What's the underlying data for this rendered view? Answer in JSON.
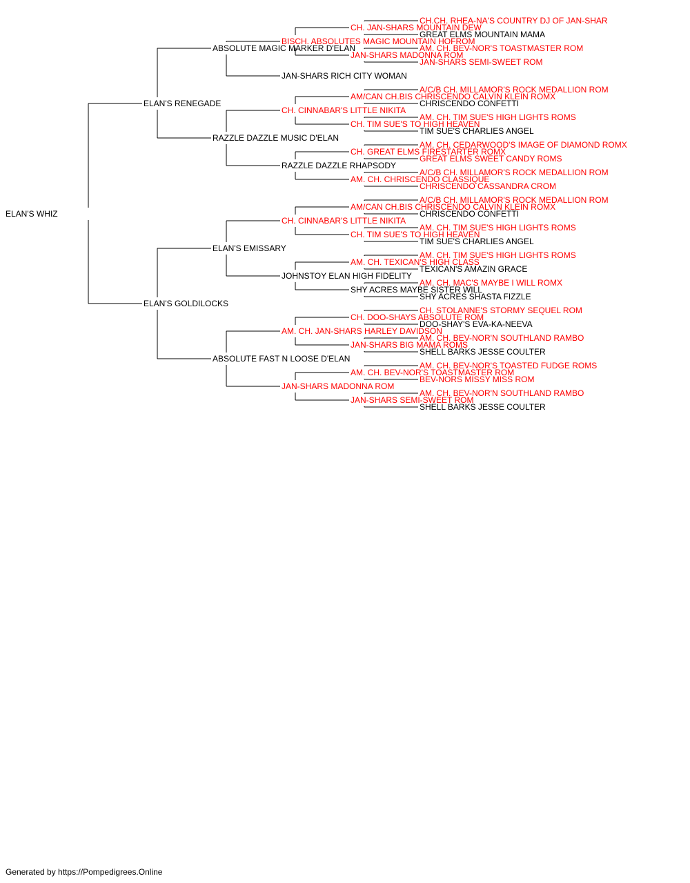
{
  "colors": {
    "champion": "#ff0000",
    "normal": "#000000",
    "line": "#000000"
  },
  "pedigree": {
    "name": "ELAN'S WHIZ",
    "champion": false,
    "sire": {
      "name": "ELAN'S RENEGADE",
      "champion": false,
      "sire": {
        "name": "ABSOLUTE MAGIC MARKER D'ELAN",
        "champion": false,
        "sire": {
          "name": "BISCH. ABSOLUTES MAGIC MOUNTAIN HOFROM",
          "champion": true,
          "sire": {
            "name": "CH. JAN-SHARS MOUNTAIN DEW",
            "champion": true,
            "sire": {
              "name": "CH.CH. RHEA-NA'S COUNTRY DJ OF JAN-SHAR",
              "champion": true
            },
            "dam": {
              "name": "GREAT ELMS MOUNTAIN MAMA",
              "champion": false
            }
          },
          "dam": {
            "name": "JAN-SHARS MADONNA ROM",
            "champion": true,
            "sire": {
              "name": "AM. CH. BEV-NOR'S TOASTMASTER ROM",
              "champion": true
            },
            "dam": {
              "name": "JAN-SHARS SEMI-SWEET ROM",
              "champion": true
            }
          }
        },
        "dam": {
          "name": "JAN-SHARS RICH CITY WOMAN",
          "champion": false
        }
      },
      "dam": {
        "name": "RAZZLE DAZZLE MUSIC D'ELAN",
        "champion": false,
        "sire": {
          "name": "CH. CINNABAR'S LITTLE NIKITA",
          "champion": true,
          "sire": {
            "name": "AM/CAN CH.BIS CHRISCENDO CALVIN KLEIN ROMX",
            "champion": true,
            "sire": {
              "name": "A/C/B CH. MILLAMOR'S ROCK MEDALLION ROM",
              "champion": true
            },
            "dam": {
              "name": "CHRISCENDO CONFETTI",
              "champion": false
            }
          },
          "dam": {
            "name": "CH. TIM SUE'S TO HIGH HEAVEN",
            "champion": true,
            "sire": {
              "name": "AM. CH. TIM SUE'S HIGH LIGHTS ROMS",
              "champion": true
            },
            "dam": {
              "name": "TIM SUE'S CHARLIES ANGEL",
              "champion": false
            }
          }
        },
        "dam": {
          "name": "RAZZLE DAZZLE RHAPSODY",
          "champion": false,
          "sire": {
            "name": "CH. GREAT ELMS FIRESTARTER ROMX",
            "champion": true,
            "sire": {
              "name": "AM. CH. CEDARWOOD'S IMAGE OF DIAMOND ROMX",
              "champion": true
            },
            "dam": {
              "name": "GREAT ELMS SWEET CANDY ROMS",
              "champion": true
            }
          },
          "dam": {
            "name": "AM. CH. CHRISCENDO CLASSIQUE",
            "champion": true,
            "sire": {
              "name": "A/C/B CH. MILLAMOR'S ROCK MEDALLION ROM",
              "champion": true
            },
            "dam": {
              "name": "CHRISCENDO CASSANDRA CROM",
              "champion": true
            }
          }
        }
      }
    },
    "dam": {
      "name": "ELAN'S GOLDILOCKS",
      "champion": false,
      "sire": {
        "name": "ELAN'S EMISSARY",
        "champion": false,
        "sire": {
          "name": "CH. CINNABAR'S LITTLE NIKITA",
          "champion": true,
          "sire": {
            "name": "AM/CAN CH.BIS CHRISCENDO CALVIN KLEIN ROMX",
            "champion": true,
            "sire": {
              "name": "A/C/B CH. MILLAMOR'S ROCK MEDALLION ROM",
              "champion": true
            },
            "dam": {
              "name": "CHRISCENDO CONFETTI",
              "champion": false
            }
          },
          "dam": {
            "name": "CH. TIM SUE'S TO HIGH HEAVEN",
            "champion": true,
            "sire": {
              "name": "AM. CH. TIM SUE'S HIGH LIGHTS ROMS",
              "champion": true
            },
            "dam": {
              "name": "TIM SUE'S CHARLIES ANGEL",
              "champion": false
            }
          }
        },
        "dam": {
          "name": "JOHNSTOY ELAN HIGH FIDELITY",
          "champion": false,
          "sire": {
            "name": "AM. CH. TEXICAN'S HIGH CLASS",
            "champion": true,
            "sire": {
              "name": "AM. CH. TIM SUE'S HIGH LIGHTS ROMS",
              "champion": true
            },
            "dam": {
              "name": "TEXICAN'S AMAZIN GRACE",
              "champion": false
            }
          },
          "dam": {
            "name": "SHY ACRES MAYBE SISTER WILL",
            "champion": false,
            "sire": {
              "name": "AM. CH. MAC'S MAYBE I WILL ROMX",
              "champion": true
            },
            "dam": {
              "name": "SHY ACRES SHASTA FIZZLE",
              "champion": false
            }
          }
        }
      },
      "dam": {
        "name": "ABSOLUTE FAST N LOOSE D'ELAN",
        "champion": false,
        "sire": {
          "name": "AM. CH. JAN-SHARS HARLEY DAVIDSON",
          "champion": true,
          "sire": {
            "name": "CH. DOO-SHAYS ABSOLUTE ROM",
            "champion": true,
            "sire": {
              "name": "CH. STOLANNE'S STORMY SEQUEL ROM",
              "champion": true
            },
            "dam": {
              "name": "DOO-SHAY'S EVA-KA-NEEVA",
              "champion": false
            }
          },
          "dam": {
            "name": "JAN-SHARS BIG MAMA ROMS",
            "champion": true,
            "sire": {
              "name": "AM. CH. BEV-NOR'N SOUTHLAND RAMBO",
              "champion": true
            },
            "dam": {
              "name": "SHELL BARKS JESSE COULTER",
              "champion": false
            }
          }
        },
        "dam": {
          "name": "JAN-SHARS MADONNA ROM",
          "champion": true,
          "sire": {
            "name": "AM. CH. BEV-NOR'S TOASTMASTER ROM",
            "champion": true,
            "sire": {
              "name": "AM. CH. BEV-NOR'S TOASTED FUDGE ROMS",
              "champion": true
            },
            "dam": {
              "name": "BEV-NORS MISSY MISS ROM",
              "champion": true
            }
          },
          "dam": {
            "name": "JAN-SHARS SEMI-SWEET ROM",
            "champion": true,
            "sire": {
              "name": "AM. CH. BEV-NOR'N SOUTHLAND RAMBO",
              "champion": true
            },
            "dam": {
              "name": "SHELL BARKS JESSE COULTER",
              "champion": false
            }
          }
        }
      }
    }
  },
  "footer": "Generated by https://Pompedigrees.Online"
}
